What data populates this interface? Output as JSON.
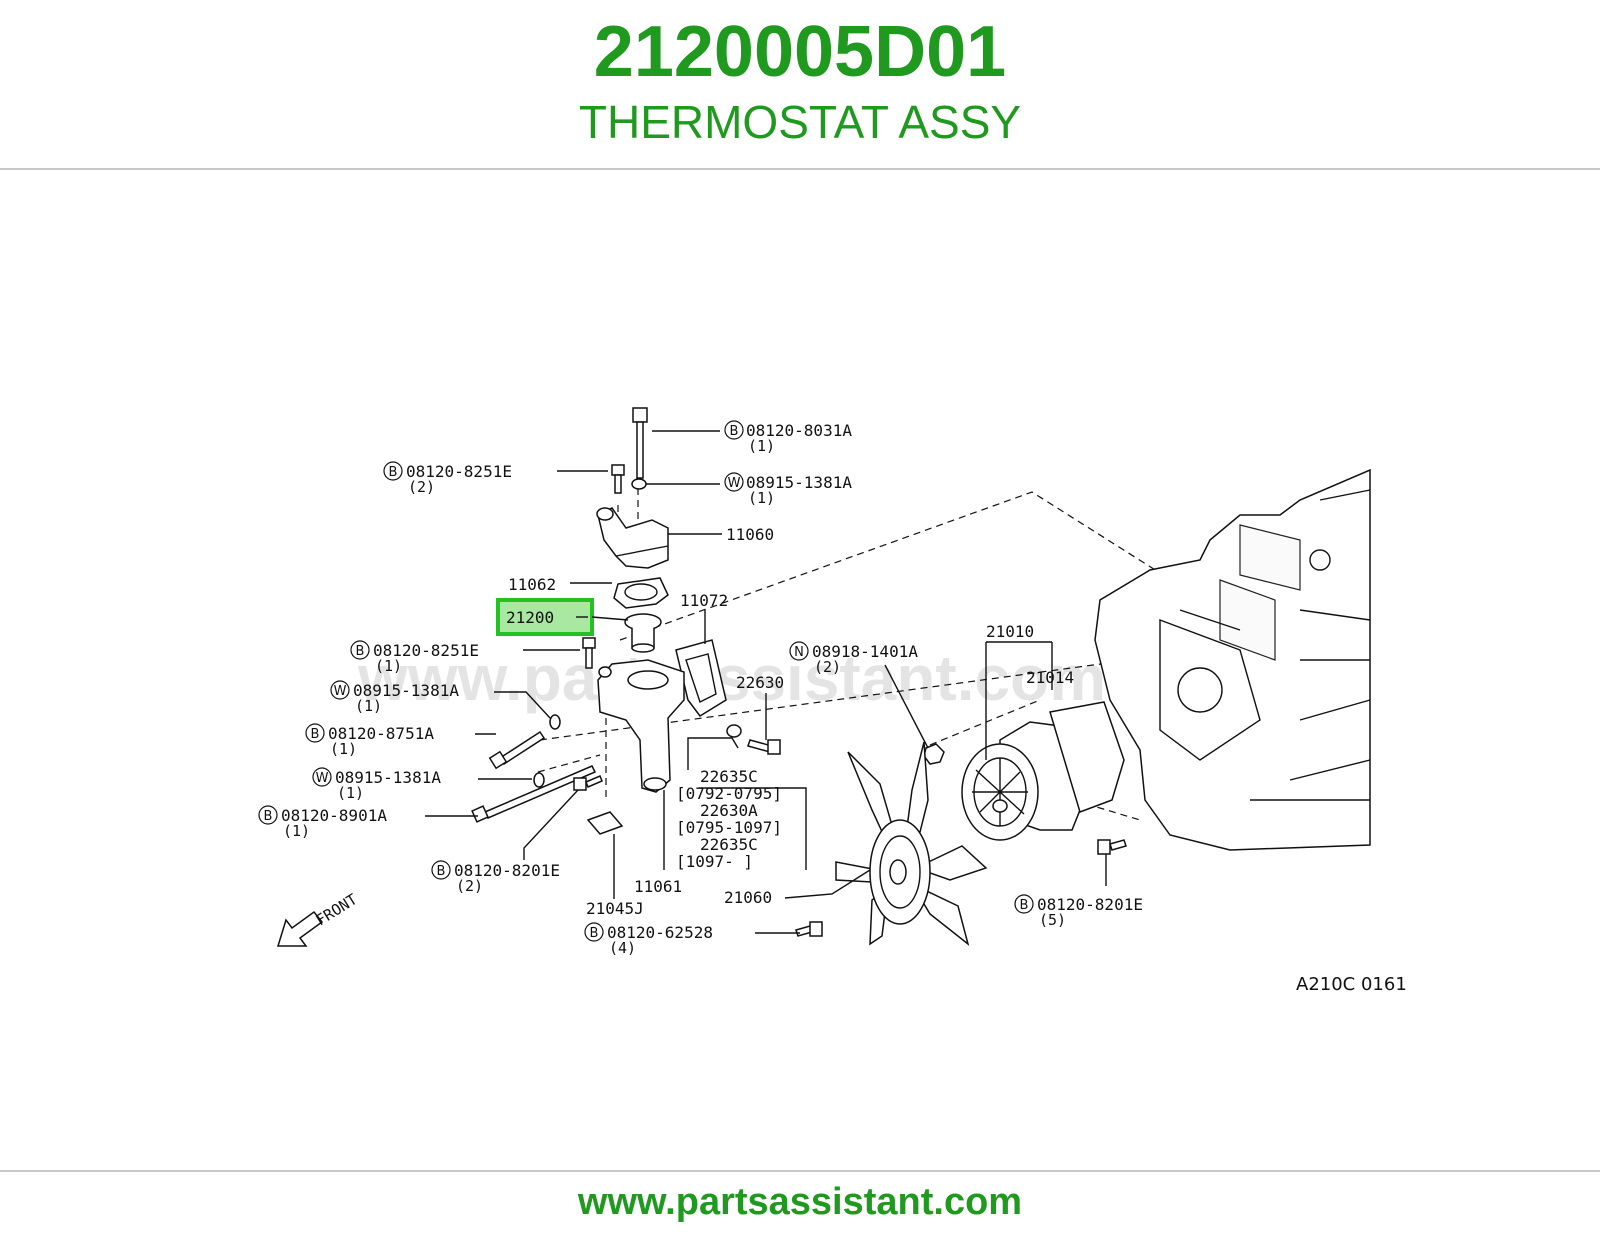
{
  "header": {
    "part_number": "2120005D01",
    "part_name": "THERMOSTAT ASSY"
  },
  "footer": {
    "url": "www.partsassistant.com"
  },
  "colors": {
    "brand_green": "#1f9a1f",
    "highlight_border": "#22c222",
    "highlight_fill": "#a8e8a0"
  },
  "diagram": {
    "watermark": "www.partsassistant.com",
    "figure_code": "A210C 0161",
    "front_label": "FRONT",
    "highlighted_part": "21200",
    "callouts": [
      {
        "id": "c1",
        "prefix": "B",
        "code": "08120-8031A",
        "qty": "(1)"
      },
      {
        "id": "c2",
        "prefix": "B",
        "code": "08120-8251E",
        "qty": "(2)"
      },
      {
        "id": "c3",
        "prefix": "W",
        "code": "08915-1381A",
        "qty": "(1)"
      },
      {
        "id": "c4",
        "prefix": "",
        "code": "11060",
        "qty": ""
      },
      {
        "id": "c5",
        "prefix": "",
        "code": "11062",
        "qty": ""
      },
      {
        "id": "c6",
        "prefix": "",
        "code": "11072",
        "qty": ""
      },
      {
        "id": "c7",
        "prefix": "B",
        "code": "08120-8251E",
        "qty": "(1)"
      },
      {
        "id": "c8",
        "prefix": "W",
        "code": "08915-1381A",
        "qty": "(1)"
      },
      {
        "id": "c9",
        "prefix": "",
        "code": "22630",
        "qty": ""
      },
      {
        "id": "c10",
        "prefix": "N",
        "code": "08918-1401A",
        "qty": "(2)"
      },
      {
        "id": "c11",
        "prefix": "",
        "code": "21010",
        "qty": ""
      },
      {
        "id": "c12",
        "prefix": "",
        "code": "21014",
        "qty": ""
      },
      {
        "id": "c13",
        "prefix": "B",
        "code": "08120-8751A",
        "qty": "(1)"
      },
      {
        "id": "c14",
        "prefix": "W",
        "code": "08915-1381A",
        "qty": "(1)"
      },
      {
        "id": "c15",
        "prefix": "B",
        "code": "08120-8901A",
        "qty": "(1)"
      },
      {
        "id": "c16",
        "prefix": "B",
        "code": "08120-8201E",
        "qty": "(2)"
      },
      {
        "id": "c17",
        "prefix": "",
        "code": "21045J",
        "qty": ""
      },
      {
        "id": "c18",
        "prefix": "",
        "code": "11061",
        "qty": ""
      },
      {
        "id": "c19",
        "prefix": "",
        "code": "21060",
        "qty": ""
      },
      {
        "id": "c20",
        "prefix": "B",
        "code": "08120-62528",
        "qty": "(4)"
      },
      {
        "id": "c21",
        "prefix": "B",
        "code": "08120-8201E",
        "qty": "(5)"
      }
    ],
    "sensor_notes": [
      {
        "code": "22635C",
        "range": "[0792-0795]"
      },
      {
        "code": "22630A",
        "range": "[0795-1097]"
      },
      {
        "code": "22635C",
        "range": "[1097-     ]"
      }
    ]
  }
}
